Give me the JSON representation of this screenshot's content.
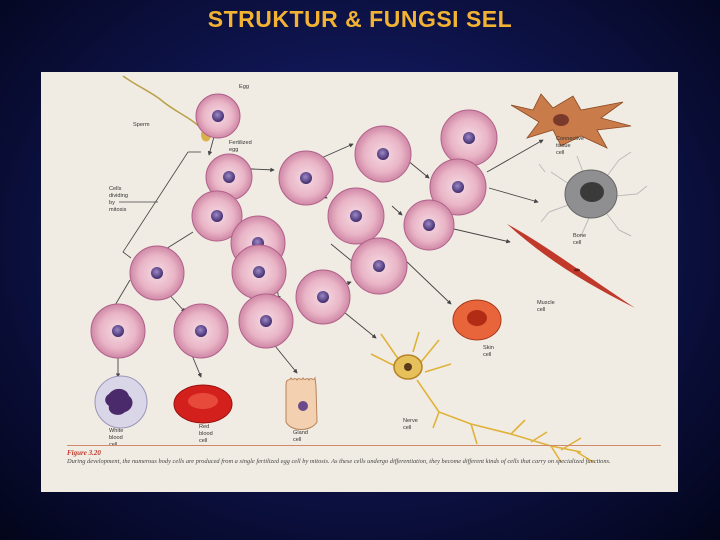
{
  "slide": {
    "title": "STRUKTUR & FUNGSI SEL"
  },
  "labels": {
    "egg": "Egg",
    "sperm": "Sperm",
    "fertilized_egg": [
      "Fertilized",
      "egg"
    ],
    "cells_dividing": [
      "Cells",
      "dividing",
      "by",
      "mitosis"
    ],
    "connective_tissue_cell": [
      "Connective",
      "tissue",
      "cell"
    ],
    "bone_cell": [
      "Bone",
      "cell"
    ],
    "muscle_cell": [
      "Muscle",
      "cell"
    ],
    "skin_cell": [
      "Skin",
      "cell"
    ],
    "nerve_cell": [
      "Nerve",
      "cell"
    ],
    "white_blood_cell": [
      "White",
      "blood",
      "cell"
    ],
    "red_blood_cell": [
      "Red",
      "blood",
      "cell"
    ],
    "gland_cell": [
      "Gland",
      "cell"
    ]
  },
  "caption": {
    "figure_number": "Figure 3.20",
    "text": "During development, the numerous body cells are produced from a single fertilized egg cell by mitosis. As these cells undergo differentiation, they become different kinds of cells that carry on specialized functions."
  },
  "colors": {
    "title": "#f2b333",
    "cell_fill": "#e6b1c3",
    "cell_edge": "#b1618a",
    "nucleus": "#5a3f86",
    "arrow": "#444444"
  }
}
